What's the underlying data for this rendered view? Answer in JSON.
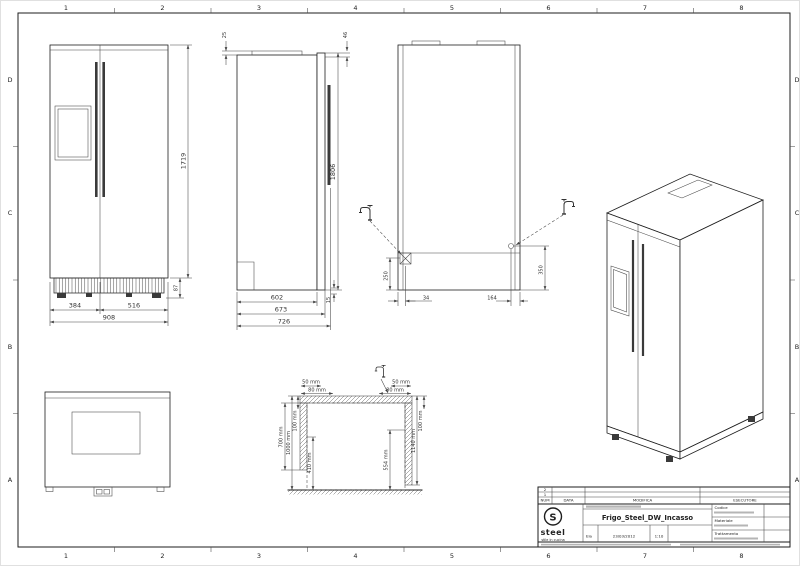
{
  "sheet": {
    "grid_cols": [
      "1",
      "2",
      "3",
      "4",
      "5",
      "6",
      "7",
      "8"
    ],
    "grid_rows": [
      "D",
      "C",
      "B",
      "A"
    ],
    "ink_color": "#1e1e1e"
  },
  "front_view": {
    "dim_width_left": "384",
    "dim_width_right": "516",
    "dim_width_total": "908",
    "dim_height": "1719",
    "dim_base": "87"
  },
  "side_view": {
    "dim_top": "25",
    "dim_door_top": "46",
    "dim_height": "1806",
    "dim_depth_body": "602",
    "dim_depth_door": "673",
    "dim_depth_total": "726",
    "dim_base": "15"
  },
  "back_view": {
    "dim_offset_left": "34",
    "dim_offset_right": "164",
    "dim_height_left": "250",
    "dim_height_right": "350"
  },
  "niche": {
    "top_left_gap": "50 mm",
    "top_left_clear": "80 mm",
    "top_right_gap": "50 mm",
    "top_right_clear": "80 mm",
    "left_depth": "700 mm",
    "left_height": "1000 mm",
    "left_clear": "100 mm",
    "left_conn": "410 mm",
    "bottom_conn": "554 mm",
    "right_height": "1140 mm",
    "right_clear": "100 mm"
  },
  "title_block": {
    "rev_rows": [
      "2",
      "1"
    ],
    "col_num": "NUM",
    "col_data": "DATA",
    "col_modifica": "MODIFICA",
    "col_esecutore": "ESECUTORE",
    "title": "Frigo_Steel_DW_Incasso",
    "field_codice": "Codice",
    "field_materiale": "Materiale",
    "field_trattamento": "Trattamento",
    "label_ela": "Ela",
    "date": "23/03/2012",
    "scale": "1:10",
    "logo_letter": "S",
    "logo_text": "steel",
    "logo_subtext": "stile in cucina"
  }
}
